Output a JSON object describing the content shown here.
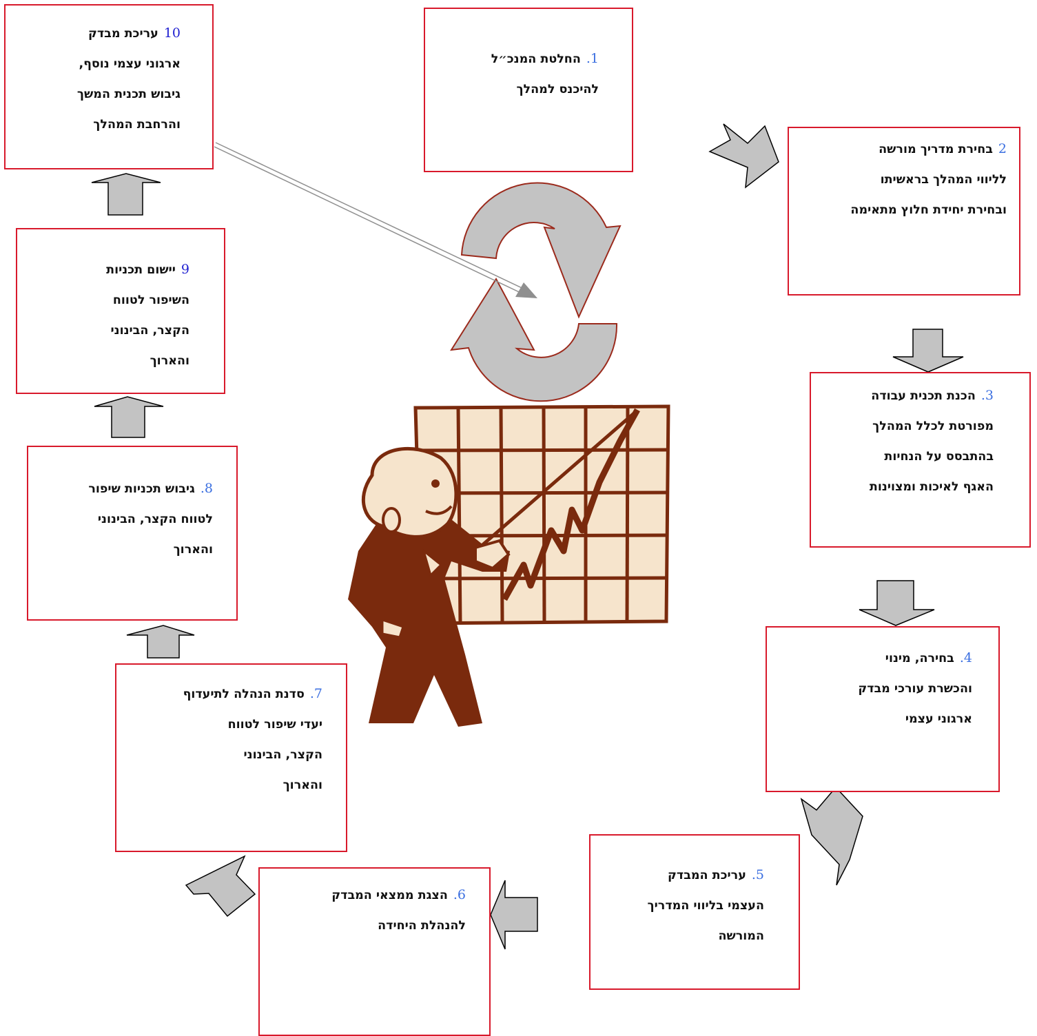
{
  "steps": [
    {
      "num": "1.",
      "lines": [
        "החלטת המנכ״ל",
        "להיכנס למהלך"
      ]
    },
    {
      "num": "2",
      "lines": [
        "בחירת  מדריך מורשה",
        "לליווי המהלך בראשיתו",
        "ובחירת יחידת חלוץ מתאימה"
      ]
    },
    {
      "num": "3.",
      "lines": [
        "הכנת תכנית עבודה",
        "מפורטת לכלל המהלך",
        "בהתבסס על הנחיות",
        "האגף לאיכות ומצוינות"
      ]
    },
    {
      "num": "4.",
      "lines": [
        "בחירה, מינוי",
        "והכשרת עורכי  מבדק",
        "ארגוני עצמי"
      ]
    },
    {
      "num": "5.",
      "lines": [
        "עריכת המבדק",
        "העצמי בליווי המדריך",
        "המורשה"
      ]
    },
    {
      "num": "6.",
      "lines": [
        "הצגת ממצאי המבדק",
        "להנהלת היחידה"
      ]
    },
    {
      "num": "7.",
      "lines": [
        "סדנת הנהלה לתיעדוף",
        "יעדי שיפור לטווח",
        "הקצר, הבינוני",
        "והארוך"
      ]
    },
    {
      "num": "8.",
      "lines": [
        "גיבוש תכניות שיפור",
        "לטווח הקצר, הבינוני",
        "והארוך"
      ]
    },
    {
      "num": "9",
      "lines": [
        "יישום תכניות",
        "השיפור לטווח",
        "הקצר, הבינוני",
        "והארוך"
      ]
    },
    {
      "num": "10",
      "lines": [
        "עריכת מבדק",
        "ארגוני עצמי נוסף,",
        "גיבוש תכנית המשך",
        "והרחבת המהלך"
      ]
    }
  ],
  "colors": {
    "box_border": "#d8192b",
    "step_number_blue": "#3b6fe0",
    "step_number_navy": "#1f1fd0",
    "arrow_fill": "#c3c3c3",
    "arrow_stroke": "#000000",
    "cycle_fill": "#c3c3c3",
    "cycle_stroke": "#9b2a1c",
    "chart_bg": "#f6e4cc",
    "chart_grid": "#7a2a0d",
    "figure_color": "#7a2a0d"
  }
}
